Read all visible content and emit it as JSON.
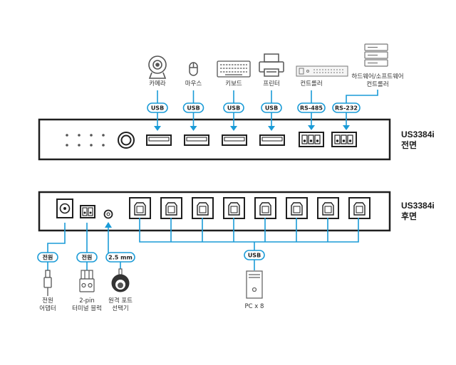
{
  "colors": {
    "accent": "#1a9bd7",
    "box": "#1f1f1f",
    "icon": "#555555"
  },
  "front": {
    "model": "US3384i",
    "side": "전면",
    "devices": [
      {
        "label": "카메라",
        "port": "USB",
        "icon": "camera-icon"
      },
      {
        "label": "마우스",
        "port": "USB",
        "icon": "mouse-icon"
      },
      {
        "label": "키보드",
        "port": "USB",
        "icon": "keyboard-icon"
      },
      {
        "label": "프린터",
        "port": "USB",
        "icon": "printer-icon"
      },
      {
        "label": "컨트롤러",
        "port": "RS-485",
        "icon": "controller-icon"
      },
      {
        "label1": "하드웨어/소프트웨어",
        "label2": "컨트롤러",
        "port": "RS-232",
        "icon": "server-icon"
      }
    ]
  },
  "rear": {
    "model": "US3384i",
    "side": "후면",
    "power": {
      "pill": "전원",
      "label1": "전원",
      "label2": "어댑터"
    },
    "terminal": {
      "pill": "전원",
      "label1": "2-pin",
      "label2": "터미널 블럭"
    },
    "remote": {
      "pill": "2.5 mm",
      "label1": "원격 포트",
      "label2": "선택기"
    },
    "usb": {
      "pill": "USB",
      "label": "PC x 8"
    },
    "port_count": 8
  }
}
